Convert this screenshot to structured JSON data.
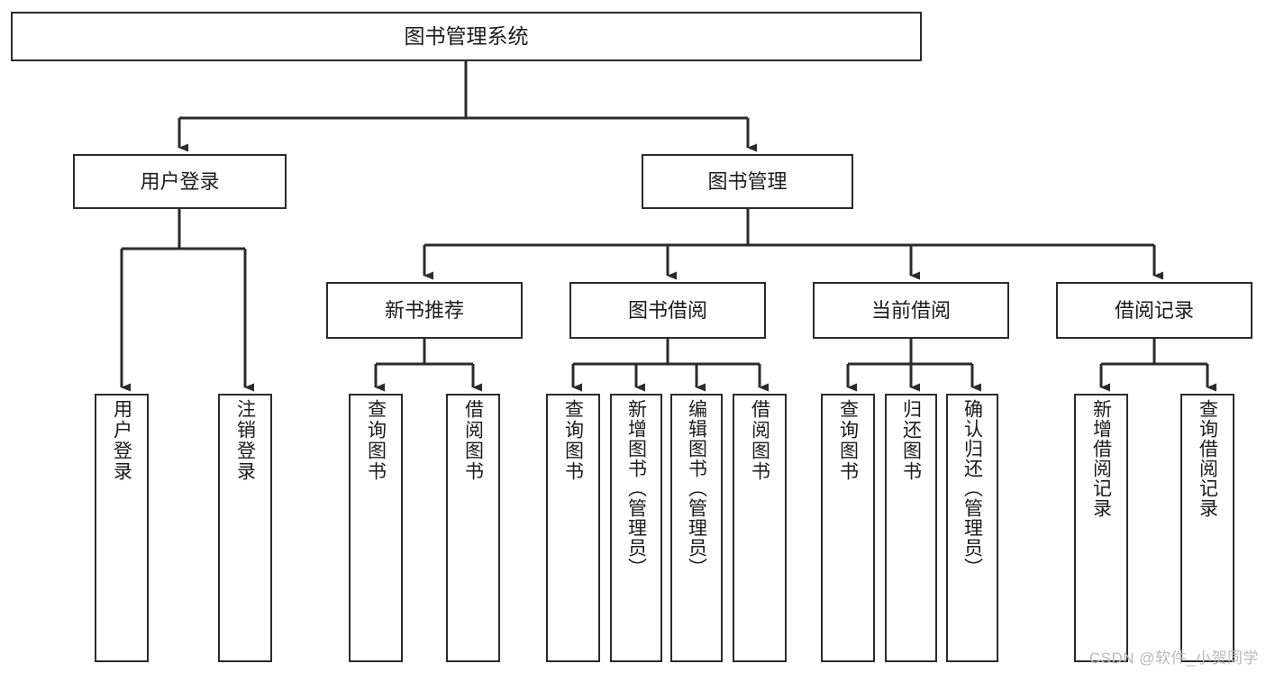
{
  "diagram": {
    "title": "图书管理系统",
    "type": "tree-hierarchy",
    "watermark": "CSDN @软件_小贺同学",
    "line_color": "#2b2b2b",
    "box_fill": "#ffffff",
    "text_color": "#1b1b1b",
    "watermark_color": "#b9b9b9"
  },
  "nodes": {
    "root": {
      "label": "图书管理系统"
    },
    "level1": [
      {
        "label": "用户登录"
      },
      {
        "label": "图书管理"
      }
    ],
    "level2": [
      {
        "label": "新书推荐"
      },
      {
        "label": "图书借阅"
      },
      {
        "label": "当前借阅"
      },
      {
        "label": "借阅记录"
      }
    ],
    "leaves": {
      "user_login": [
        {
          "label": "用户登录"
        },
        {
          "label": "注销登录"
        }
      ],
      "new_book_recommend": [
        {
          "label": "查询图书"
        },
        {
          "label": "借阅图书"
        }
      ],
      "book_borrow": [
        {
          "label": "查询图书"
        },
        {
          "label": "新增图书（管理员）"
        },
        {
          "label": "编辑图书（管理员）"
        },
        {
          "label": "借阅图书"
        }
      ],
      "current_borrow": [
        {
          "label": "查询图书"
        },
        {
          "label": "归还图书"
        },
        {
          "label": "确认归还（管理员）"
        }
      ],
      "borrow_record": [
        {
          "label": "新增借阅记录"
        },
        {
          "label": "查询借阅记录"
        }
      ]
    }
  }
}
